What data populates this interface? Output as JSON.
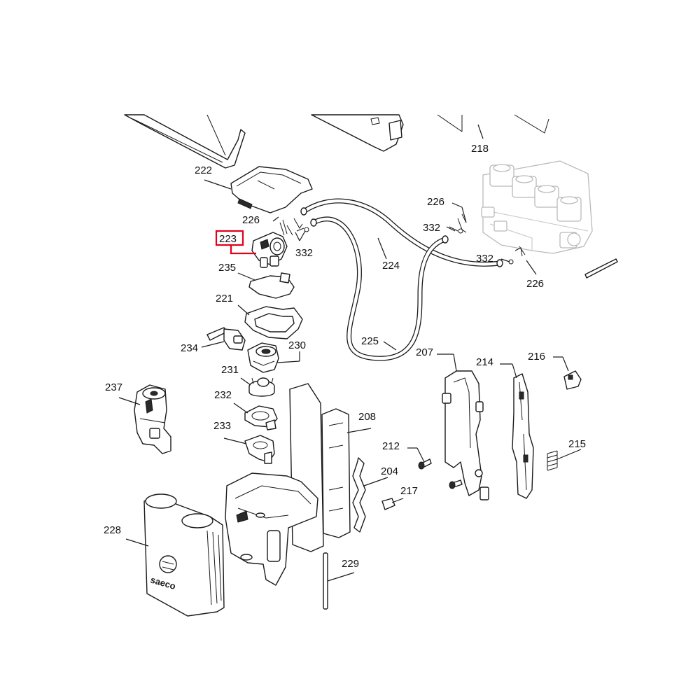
{
  "highlighted_part": "223",
  "highlight_color": "#e3001b",
  "brand_mark": "saeco",
  "callouts": {
    "c218": "218",
    "c222": "222",
    "c226a": "226",
    "c223": "223",
    "c332a": "332",
    "c235": "235",
    "c221": "221",
    "c234": "234",
    "c230": "230",
    "c231": "231",
    "c232": "232",
    "c233": "233",
    "c237": "237",
    "c228": "228",
    "c226b": "226",
    "c332b": "332",
    "c224": "224",
    "c332c": "332",
    "c226c": "226",
    "c225": "225",
    "c207": "207",
    "c214": "214",
    "c216": "216",
    "c215": "215",
    "c208": "208",
    "c212": "212",
    "c204": "204",
    "c217": "217",
    "c229": "229"
  }
}
